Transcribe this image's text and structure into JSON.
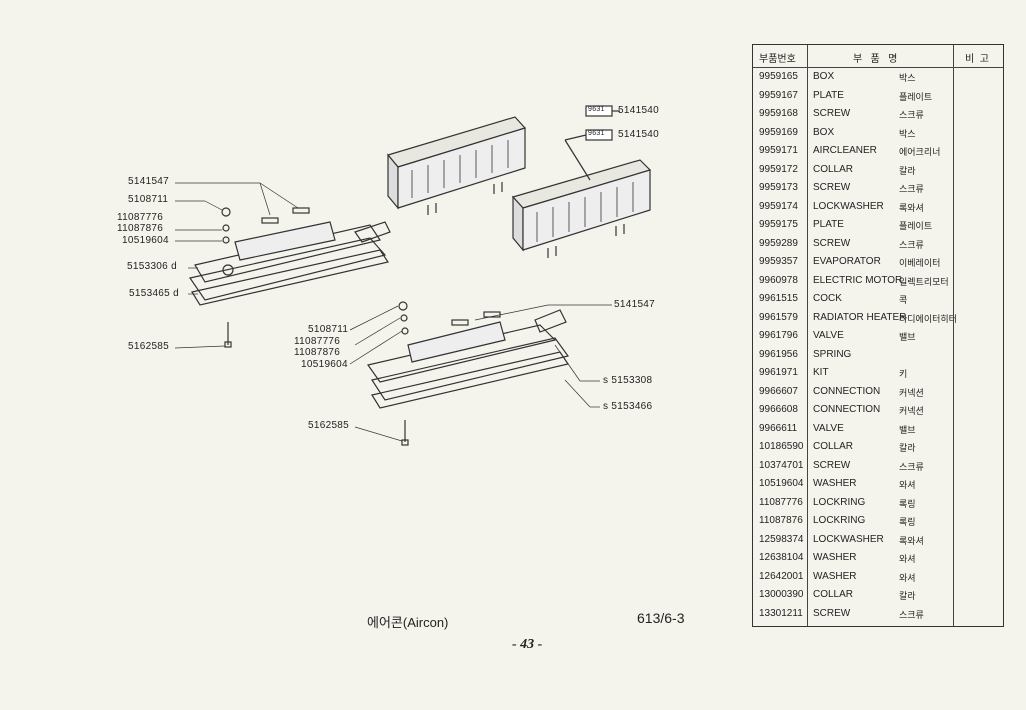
{
  "table": {
    "headers": {
      "part_no": "부품번호",
      "part_name": "부   품   명",
      "remarks": "비  고"
    },
    "rows": [
      {
        "no": "9959165",
        "en": "BOX",
        "ko": "박스"
      },
      {
        "no": "9959167",
        "en": "PLATE",
        "ko": "플레이트"
      },
      {
        "no": "9959168",
        "en": "SCREW",
        "ko": "스크류"
      },
      {
        "no": "9959169",
        "en": "BOX",
        "ko": "박스"
      },
      {
        "no": "9959171",
        "en": "AIRCLEANER",
        "ko": "에어크리너"
      },
      {
        "no": "9959172",
        "en": "COLLAR",
        "ko": "칼라"
      },
      {
        "no": "9959173",
        "en": "SCREW",
        "ko": "스크류"
      },
      {
        "no": "9959174",
        "en": "LOCKWASHER",
        "ko": "록와셔"
      },
      {
        "no": "9959175",
        "en": "PLATE",
        "ko": "플레이트"
      },
      {
        "no": "9959289",
        "en": "SCREW",
        "ko": "스크류"
      },
      {
        "no": "9959357",
        "en": "EVAPORATOR",
        "ko": "이베레이터"
      },
      {
        "no": "9960978",
        "en": "ELECTRIC MOTOR",
        "ko": "일렉트리모터"
      },
      {
        "no": "9961515",
        "en": "COCK",
        "ko": "콕"
      },
      {
        "no": "9961579",
        "en": "RADIATOR HEATER",
        "ko": "라디에이터히터"
      },
      {
        "no": "9961796",
        "en": "VALVE",
        "ko": "밸브"
      },
      {
        "no": "9961956",
        "en": "SPRING",
        "ko": ""
      },
      {
        "no": "9961971",
        "en": "KIT",
        "ko": "키"
      },
      {
        "no": "9966607",
        "en": "CONNECTION",
        "ko": "커넥션"
      },
      {
        "no": "9966608",
        "en": "CONNECTION",
        "ko": "커넥션"
      },
      {
        "no": "9966611",
        "en": "VALVE",
        "ko": "밸브"
      },
      {
        "no": "10186590",
        "en": "COLLAR",
        "ko": "칼라"
      },
      {
        "no": "10374701",
        "en": "SCREW",
        "ko": "스크류"
      },
      {
        "no": "10519604",
        "en": "WASHER",
        "ko": "와셔"
      },
      {
        "no": "11087776",
        "en": "LOCKRING",
        "ko": "록링"
      },
      {
        "no": "11087876",
        "en": "LOCKRING",
        "ko": "록링"
      },
      {
        "no": "12598374",
        "en": "LOCKWASHER",
        "ko": "록와셔"
      },
      {
        "no": "12638104",
        "en": "WASHER",
        "ko": "와셔"
      },
      {
        "no": "12642001",
        "en": "WASHER",
        "ko": "와셔"
      },
      {
        "no": "13000390",
        "en": "COLLAR",
        "ko": "칼라"
      },
      {
        "no": "13301211",
        "en": "SCREW",
        "ko": "스크류"
      }
    ]
  },
  "diagram": {
    "box_tag": "9631",
    "labels": {
      "box1": "5141540",
      "box2": "5141540",
      "l_5141547": "5141547",
      "l_5108711": "5108711",
      "l_11087776": "11087776",
      "l_11087876": "11087876",
      "l_10519604": "10519604",
      "l_5153306": "5153306 d",
      "l_5153465": "5153465 d",
      "l_5162585": "5162585",
      "r_5141547": "5141547",
      "r_5108711": "5108711",
      "r_11087776": "11087776",
      "r_11087876": "11087876",
      "r_10519604": "10519604",
      "r_5153308": "s 5153308",
      "r_5153466": "s 5153466",
      "r_5162585": "5162585"
    }
  },
  "caption": "에어콘(Aircon)",
  "page_code": "613/6-3",
  "page_number": "- 43 -"
}
